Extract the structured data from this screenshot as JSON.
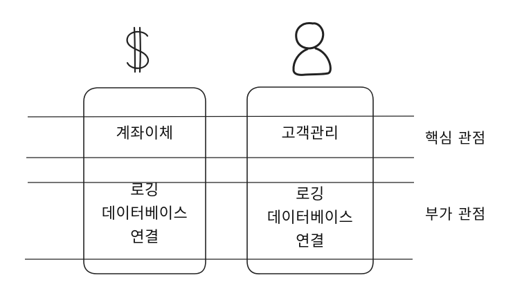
{
  "columns": [
    {
      "icon": "dollar-sign-icon",
      "core": "계좌이체",
      "aux": [
        "로깅",
        "데이터베이스",
        "연결"
      ]
    },
    {
      "icon": "user-icon",
      "core": "고객관리",
      "aux": [
        "로깅",
        "데이터베이스",
        "연결"
      ]
    }
  ],
  "rows": {
    "core_label": "핵심 관점",
    "aux_label": "부가 관점"
  },
  "colors": {
    "stroke": "#222222",
    "text": "#111111",
    "background": "#ffffff"
  }
}
